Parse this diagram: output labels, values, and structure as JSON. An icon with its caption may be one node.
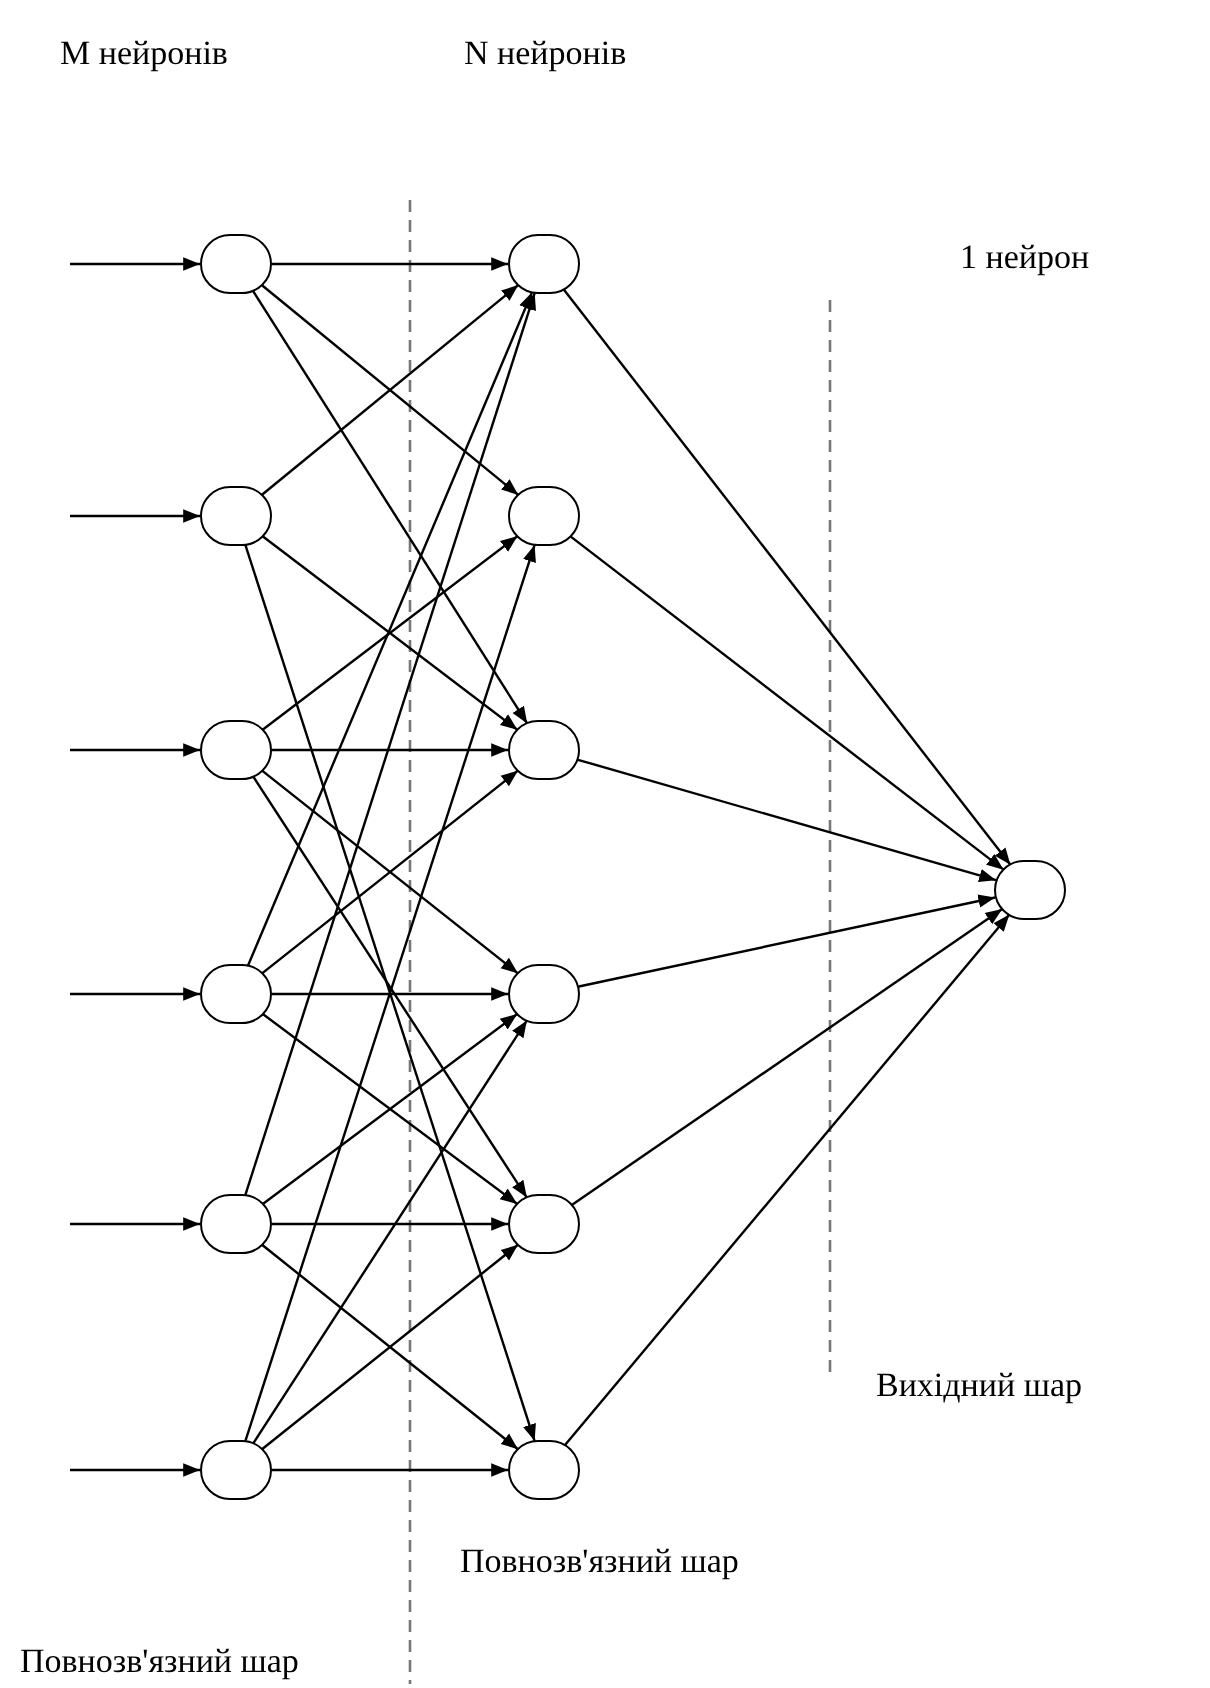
{
  "diagram": {
    "nodes": [
      {
        "text": [],
        "shape": "circle"
      },
      {
        "text": [],
        "shape": "circle"
      },
      {
        "text": [],
        "shape": "circle"
      },
      {
        "text": [],
        "shape": "circle"
      },
      {
        "text": [],
        "shape": "circle"
      },
      {
        "text": [],
        "shape": "circle"
      },
      {
        "text": [],
        "shape": "circle"
      },
      {
        "text": [],
        "shape": "circle"
      },
      {
        "text": [],
        "shape": "circle"
      },
      {
        "text": [],
        "shape": "circle"
      },
      {
        "text": [],
        "shape": "circle"
      },
      {
        "text": [],
        "shape": "circle"
      },
      {
        "text": [],
        "shape": "circle"
      }
    ],
    "edges": [
      {
        "from": null,
        "to": 0,
        "arrow": "to"
      },
      {
        "from": null,
        "to": 1,
        "arrow": "to"
      },
      {
        "from": null,
        "to": 2,
        "arrow": "to"
      },
      {
        "from": null,
        "to": 3,
        "arrow": "to"
      },
      {
        "from": null,
        "to": 4,
        "arrow": "to"
      },
      {
        "from": null,
        "to": 5,
        "arrow": "to"
      },
      {
        "from": 0,
        "to": 6,
        "arrow": "to"
      },
      {
        "from": 0,
        "to": 7,
        "arrow": "to"
      },
      {
        "from": 0,
        "to": 8,
        "arrow": "to"
      },
      {
        "from": 1,
        "to": 6,
        "arrow": "to"
      },
      {
        "from": 1,
        "to": 8,
        "arrow": "to"
      },
      {
        "from": 1,
        "to": 11,
        "arrow": "to"
      },
      {
        "from": 2,
        "to": 7,
        "arrow": "to"
      },
      {
        "from": 2,
        "to": 8,
        "arrow": "to"
      },
      {
        "from": 2,
        "to": 9,
        "arrow": "to"
      },
      {
        "from": 2,
        "to": 10,
        "arrow": "to"
      },
      {
        "from": 3,
        "to": 6,
        "arrow": "to"
      },
      {
        "from": 3,
        "to": 8,
        "arrow": "to"
      },
      {
        "from": 3,
        "to": 9,
        "arrow": "to"
      },
      {
        "from": 3,
        "to": 10,
        "arrow": "to"
      },
      {
        "from": 4,
        "to": 6,
        "arrow": "to"
      },
      {
        "from": 4,
        "to": 9,
        "arrow": "to"
      },
      {
        "from": 4,
        "to": 10,
        "arrow": "to"
      },
      {
        "from": 4,
        "to": 11,
        "arrow": "to"
      },
      {
        "from": 5,
        "to": 7,
        "arrow": "to"
      },
      {
        "from": 5,
        "to": 9,
        "arrow": "to"
      },
      {
        "from": 5,
        "to": 10,
        "arrow": "to"
      },
      {
        "from": 5,
        "to": 11,
        "arrow": "to"
      },
      {
        "from": 6,
        "to": 12,
        "arrow": "to"
      },
      {
        "from": 7,
        "to": 12,
        "arrow": "to"
      },
      {
        "from": 8,
        "to": 12,
        "arrow": "to"
      },
      {
        "from": 9,
        "to": 12,
        "arrow": "to"
      },
      {
        "from": 10,
        "to": 12,
        "arrow": "to"
      },
      {
        "from": 11,
        "to": 12,
        "arrow": "to"
      }
    ],
    "labels": [
      "M нейронів",
      "N нейронів",
      "1 нейрон",
      "Вихідний шар",
      "Повнозв'язний шар",
      "Повнозв'язний шар"
    ]
  }
}
